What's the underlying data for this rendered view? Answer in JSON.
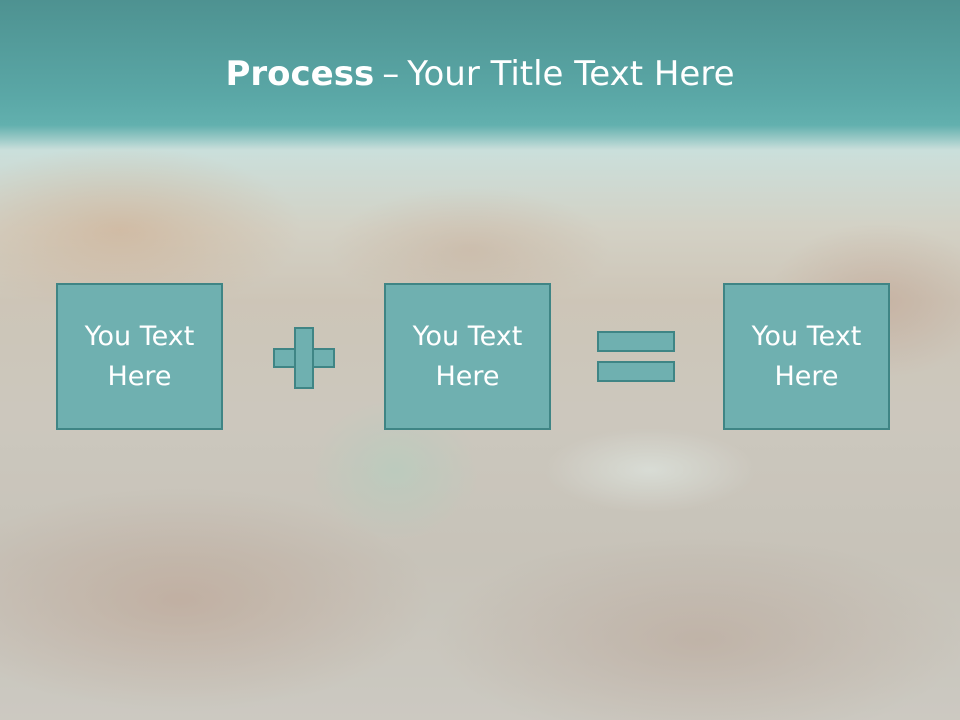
{
  "slide": {
    "title_bold": "Process",
    "title_separator": "–",
    "title_rest": "Your Title Text Here",
    "boxes": [
      {
        "text": "You Text Here"
      },
      {
        "text": "You Text Here"
      },
      {
        "text": "You Text Here"
      }
    ],
    "operators": [
      "plus",
      "equals"
    ],
    "colors": {
      "header": "#5aa7a6",
      "box_fill": "#6fb0b0",
      "box_border": "#3f8585",
      "text": "#ffffff"
    }
  }
}
